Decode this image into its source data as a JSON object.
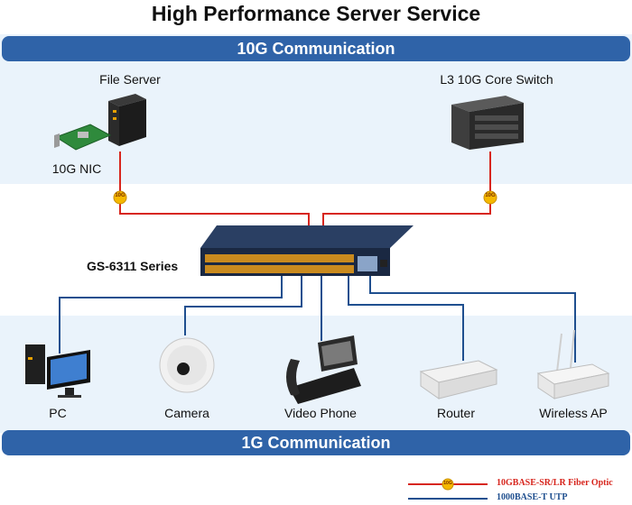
{
  "title": "High Performance Server Service",
  "top_band": {
    "label": "10G Communication"
  },
  "bottom_band": {
    "label": "1G Communication"
  },
  "devices": {
    "file_server": "File Server",
    "nic": "10G NIC",
    "core_switch": "L3 10G Core Switch",
    "switch": "GS-6311 Series",
    "pc": "PC",
    "camera": "Camera",
    "video_phone": "Video Phone",
    "router": "Router",
    "wireless_ap": "Wireless AP"
  },
  "link_badge": "10G",
  "legend": {
    "fiber": {
      "label": "10GBASE-SR/LR Fiber Optic",
      "color": "#d7261e"
    },
    "utp": {
      "label": "1000BASE-T UTP",
      "color": "#1f4f8f"
    }
  },
  "colors": {
    "header": "#2f63a8",
    "band": "#eaf3fb",
    "badge": "#f5b800"
  }
}
